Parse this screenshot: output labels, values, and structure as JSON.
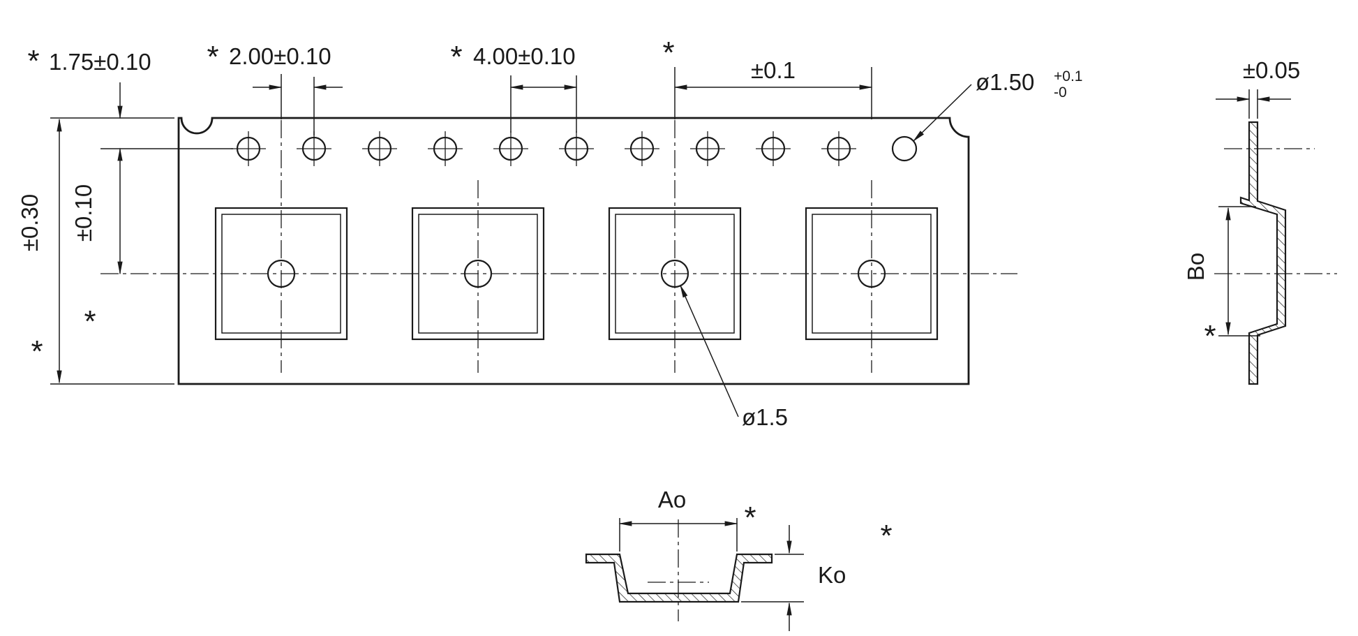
{
  "palette": {
    "ink": "#1a1a1a",
    "background": "#ffffff"
  },
  "annotations": {
    "asterisk": "*",
    "top": {
      "tape_edge_to_sprocket": "1.75±0.10",
      "sprocket_to_pocket_offset": "2.00±0.10",
      "sprocket_pitch": "4.00±0.10",
      "pocket_pitch_tolerance": "±0.1",
      "sprocket_hole_dia": "ø1.50",
      "sprocket_hole_dia_tol_plus": "+0.1",
      "sprocket_hole_dia_tol_minus": "-0",
      "tape_thickness_tolerance": "±0.05"
    },
    "left": {
      "tape_width_tolerance": "±0.30",
      "sprocket_to_center_tolerance": "±0.10"
    },
    "pocket": {
      "center_hole_dia": "ø1.5",
      "width": "Ao",
      "length": "Bo",
      "depth": "Ko"
    }
  }
}
